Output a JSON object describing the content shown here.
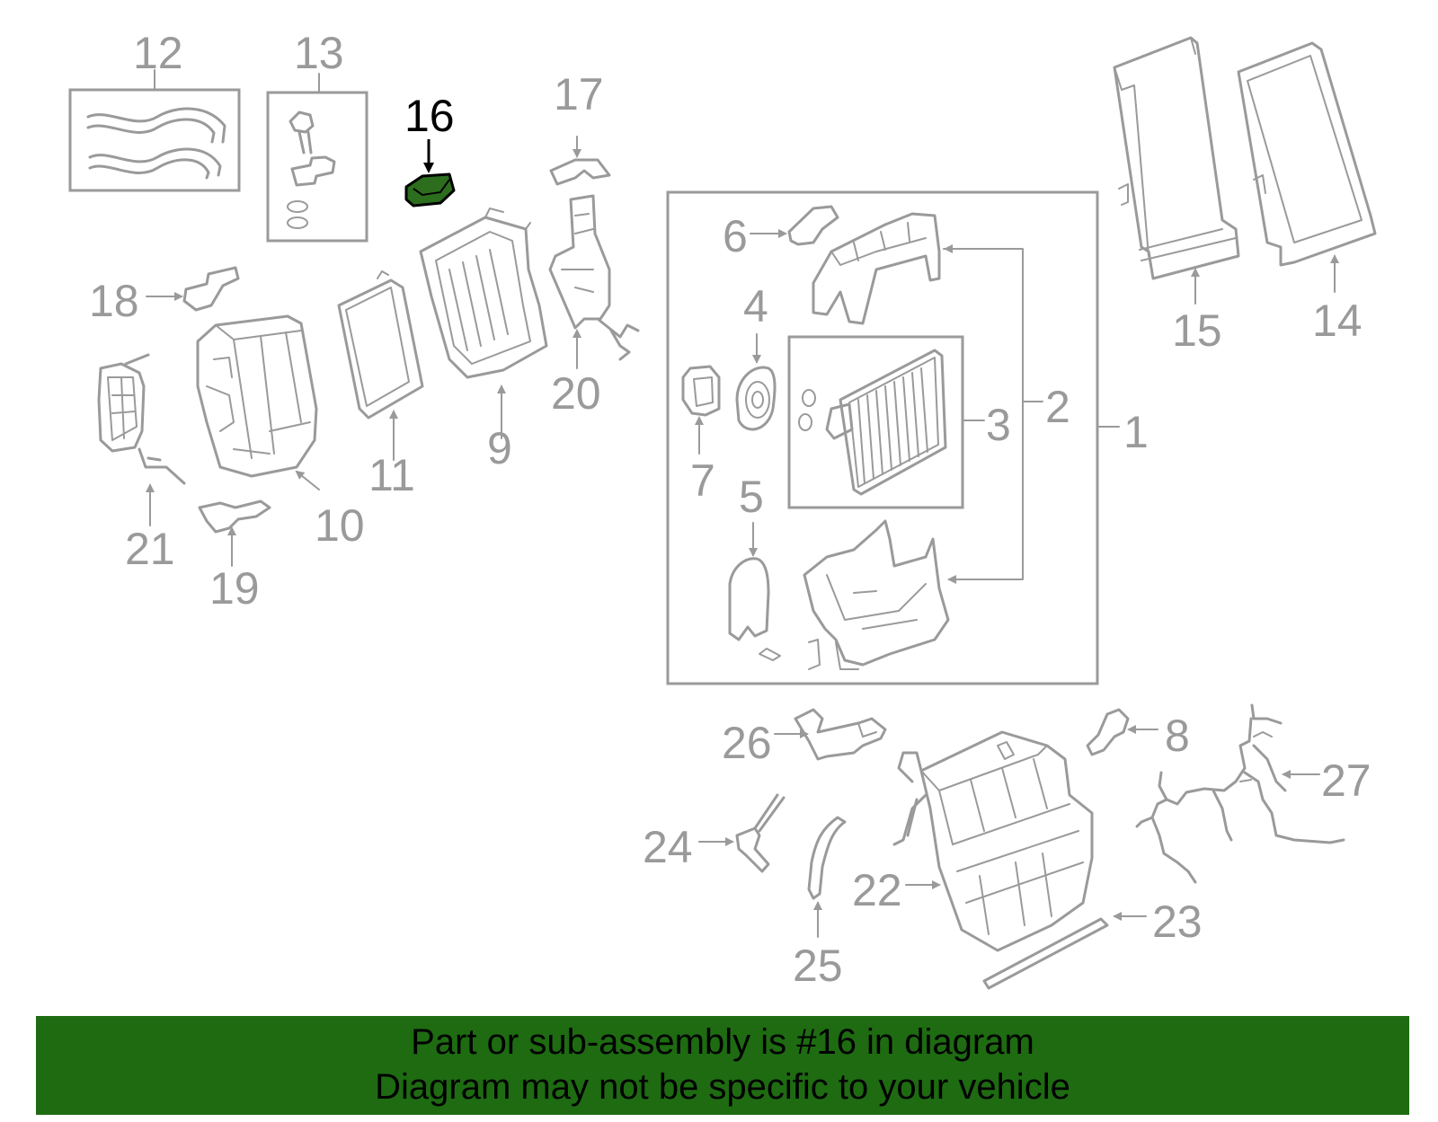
{
  "diagram": {
    "highlight_color": "#2c6e1e",
    "line_color": "#9a9a9a",
    "highlighted_part": "16",
    "callouts": [
      "1",
      "2",
      "3",
      "4",
      "5",
      "6",
      "7",
      "8",
      "9",
      "10",
      "11",
      "12",
      "13",
      "14",
      "15",
      "16",
      "17",
      "18",
      "19",
      "20",
      "21",
      "22",
      "23",
      "24",
      "25",
      "26",
      "27"
    ]
  },
  "banner": {
    "line1": "Part or sub-assembly is #16 in diagram",
    "line2": "Diagram may not be specific to your vehicle",
    "background": "#1e6b12"
  }
}
